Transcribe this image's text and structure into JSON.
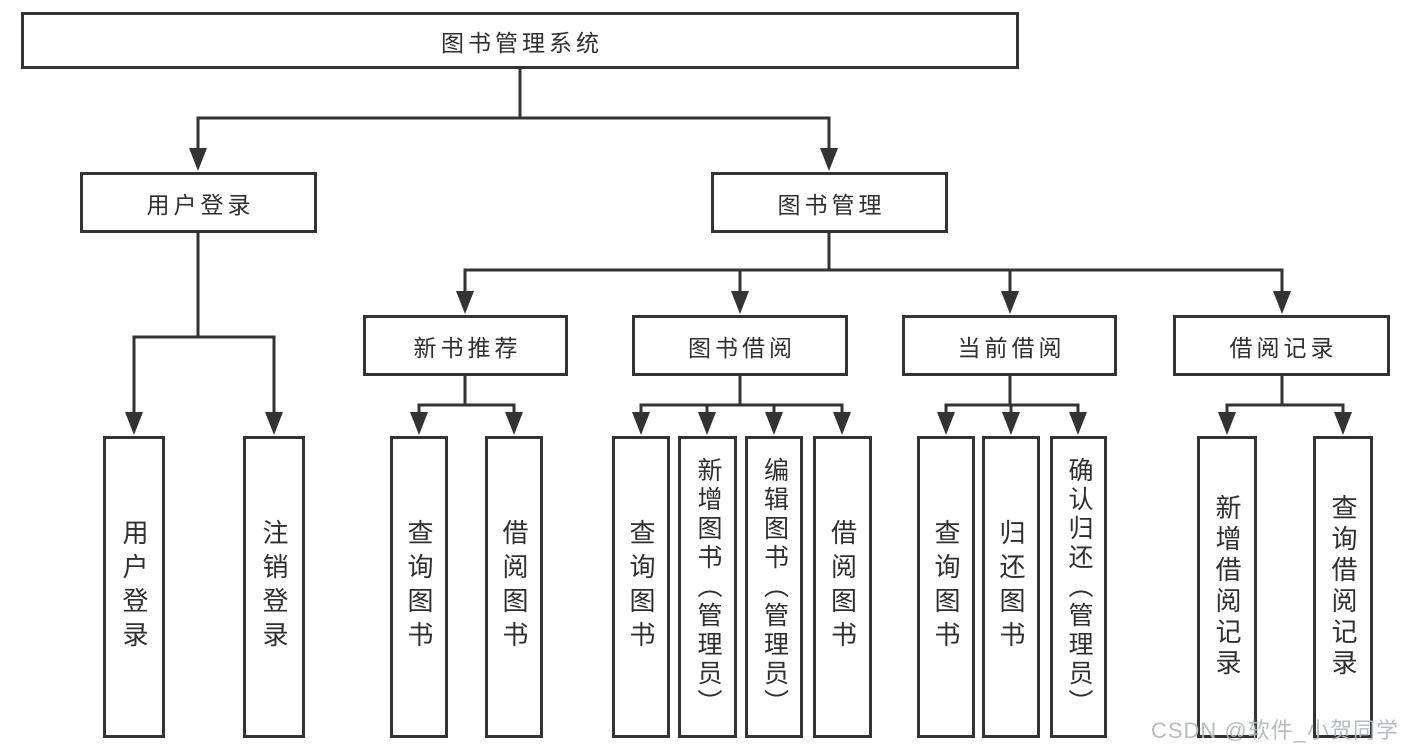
{
  "tree": {
    "label": "图书管理系统",
    "children": [
      {
        "label": "用户登录",
        "children": [
          {
            "label": "用户登录"
          },
          {
            "label": "注销登录"
          }
        ]
      },
      {
        "label": "图书管理",
        "children": [
          {
            "label": "新书推荐",
            "children": [
              {
                "label": "查询图书"
              },
              {
                "label": "借阅图书"
              }
            ]
          },
          {
            "label": "图书借阅",
            "children": [
              {
                "label": "查询图书"
              },
              {
                "label": "新增图书（管理员）"
              },
              {
                "label": "编辑图书（管理员）"
              },
              {
                "label": "借阅图书"
              }
            ]
          },
          {
            "label": "当前借阅",
            "children": [
              {
                "label": "查询图书"
              },
              {
                "label": "归还图书"
              },
              {
                "label": "确认归还（管理员）"
              }
            ]
          },
          {
            "label": "借阅记录",
            "children": [
              {
                "label": "新增借阅记录"
              },
              {
                "label": "查询借阅记录"
              }
            ]
          }
        ]
      }
    ]
  },
  "watermark": {
    "text": "CSDN @软件_小贺同学",
    "color": "#b4b8c2"
  },
  "colors": {
    "line": "#333333",
    "box_border": "#333333",
    "text": "#2f2f2f",
    "background": "#ffffff"
  }
}
